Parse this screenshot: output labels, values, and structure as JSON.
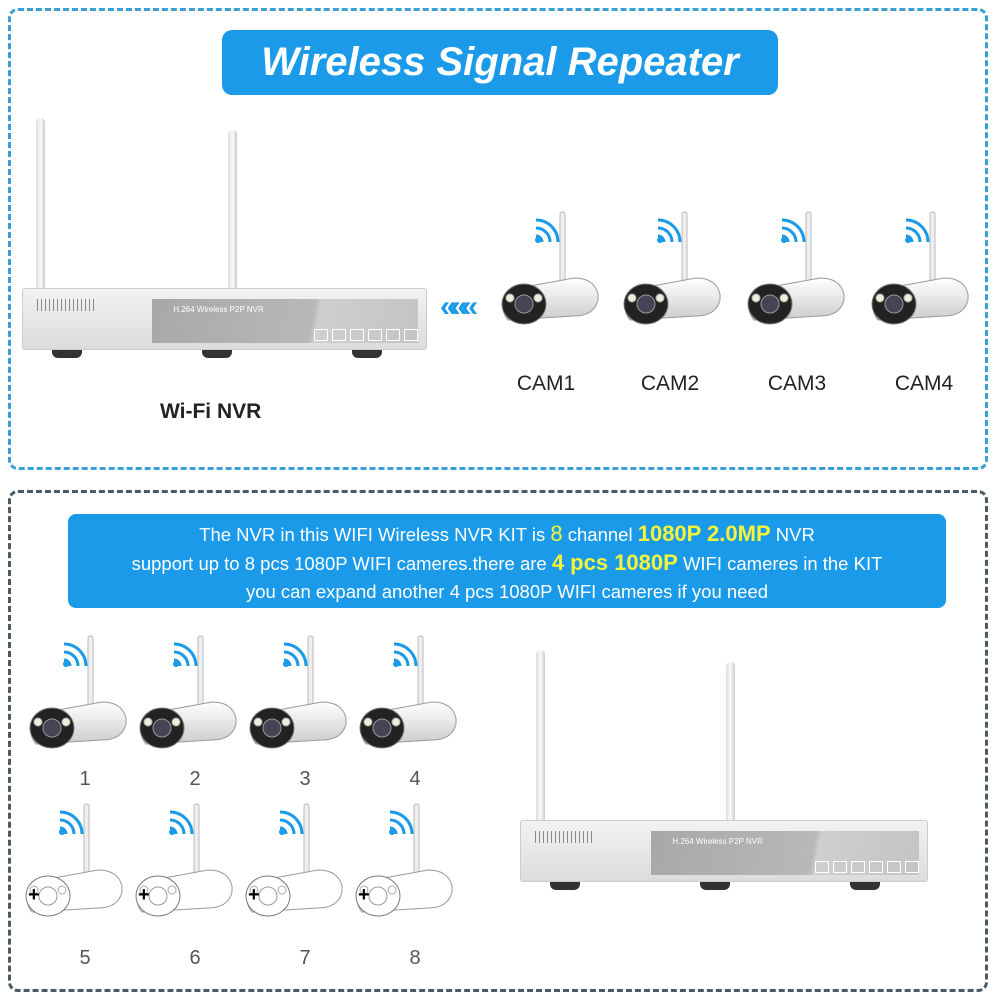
{
  "title": "Wireless Signal Repeater",
  "nvr": {
    "label": "Wi-Fi NVR",
    "model_text": "H.264 Wireless P2P NVR"
  },
  "top_cameras": [
    "CAM1",
    "CAM2",
    "CAM3",
    "CAM4"
  ],
  "info": {
    "l1a": "The NVR in this WIFI Wireless NVR KIT is ",
    "l1b": "8",
    "l1c": " channel ",
    "l1d": "1080P 2.0MP",
    "l1e": " NVR",
    "l2a": "support up to 8 pcs 1080P WIFI cameres.there are ",
    "l2b": "4 pcs 1080P",
    "l2c": " WIFI cameres in the KIT",
    "l3": "you can expand another 4 pcs 1080P WIFI cameres if you need"
  },
  "arrows": "«««",
  "bottom_cameras": [
    "1",
    "2",
    "3",
    "4",
    "5",
    "6",
    "7",
    "8"
  ],
  "colors": {
    "accent": "#1a9ae8",
    "highlight": "#f4f43a"
  }
}
